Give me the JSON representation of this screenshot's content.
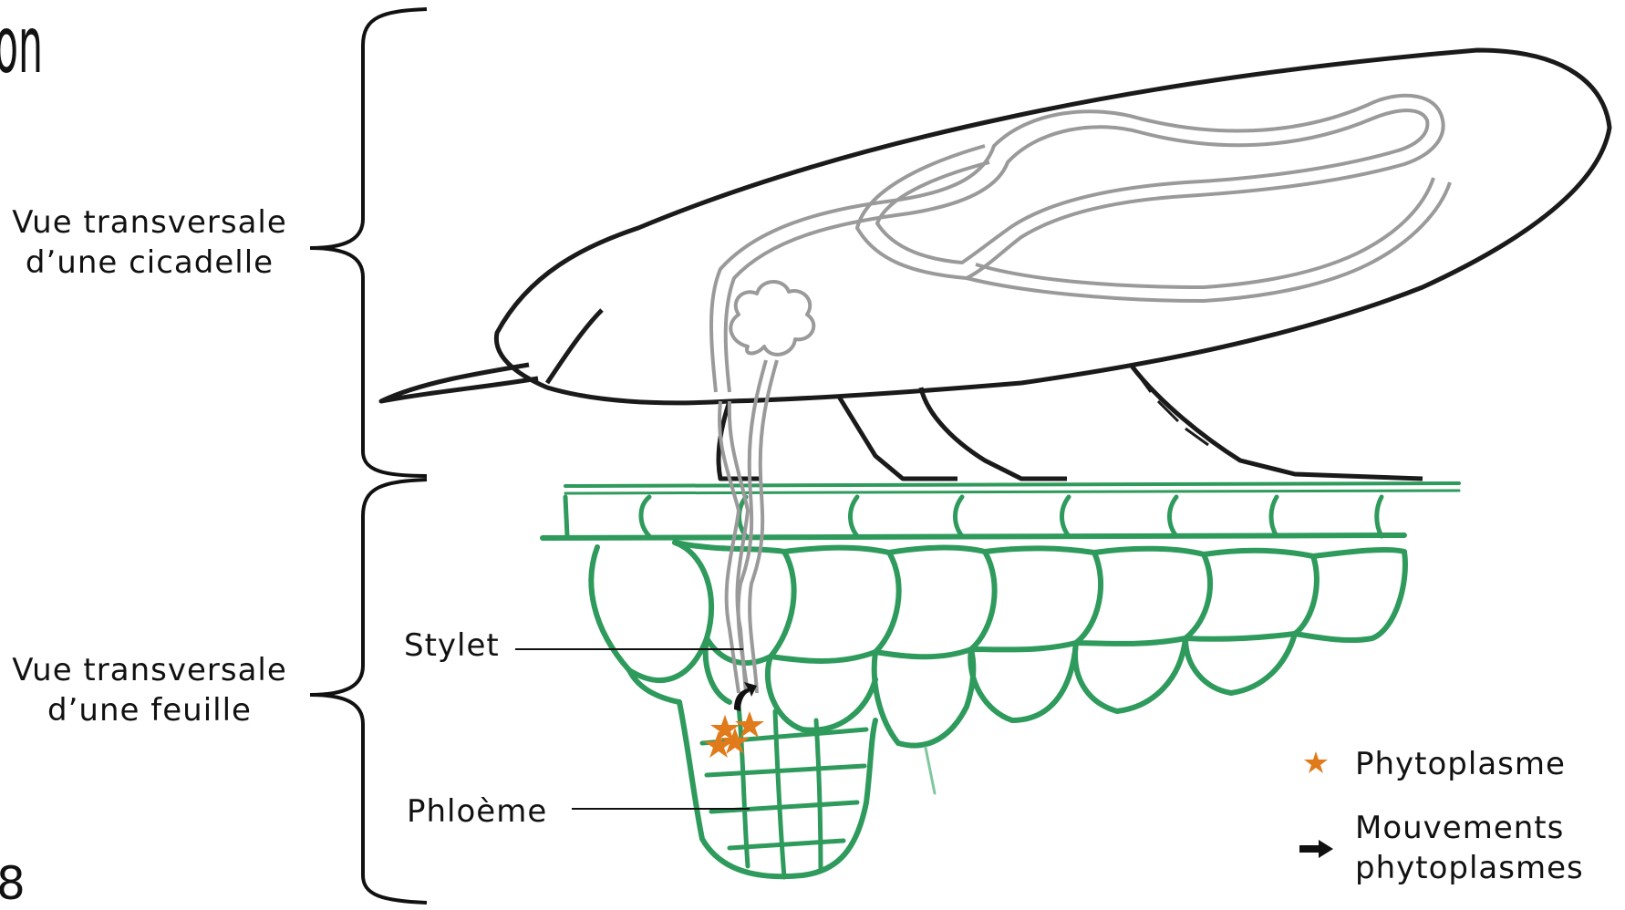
{
  "title_fragment": "on",
  "page_number_fragment": "8",
  "brace_labels": {
    "insect_line1": "Vue transversale",
    "insect_line2": "d’une cicadelle",
    "leaf_line1": "Vue transversale",
    "leaf_line2": "d’une feuille"
  },
  "callouts": {
    "stylet": "Stylet",
    "phloeme": "Phloème"
  },
  "legend": {
    "phytoplasme": "Phytoplasme",
    "mouvements_line1": "Mouvements",
    "mouvements_line2": "phytoplasmes"
  },
  "colors": {
    "leaf_green": "#2e9a5c",
    "insect_black": "#1a1a1a",
    "gut_gray": "#9a9a9a",
    "phytoplasma_orange": "#e07a1a"
  },
  "icons": [
    "star-icon",
    "arrow-right-icon"
  ]
}
